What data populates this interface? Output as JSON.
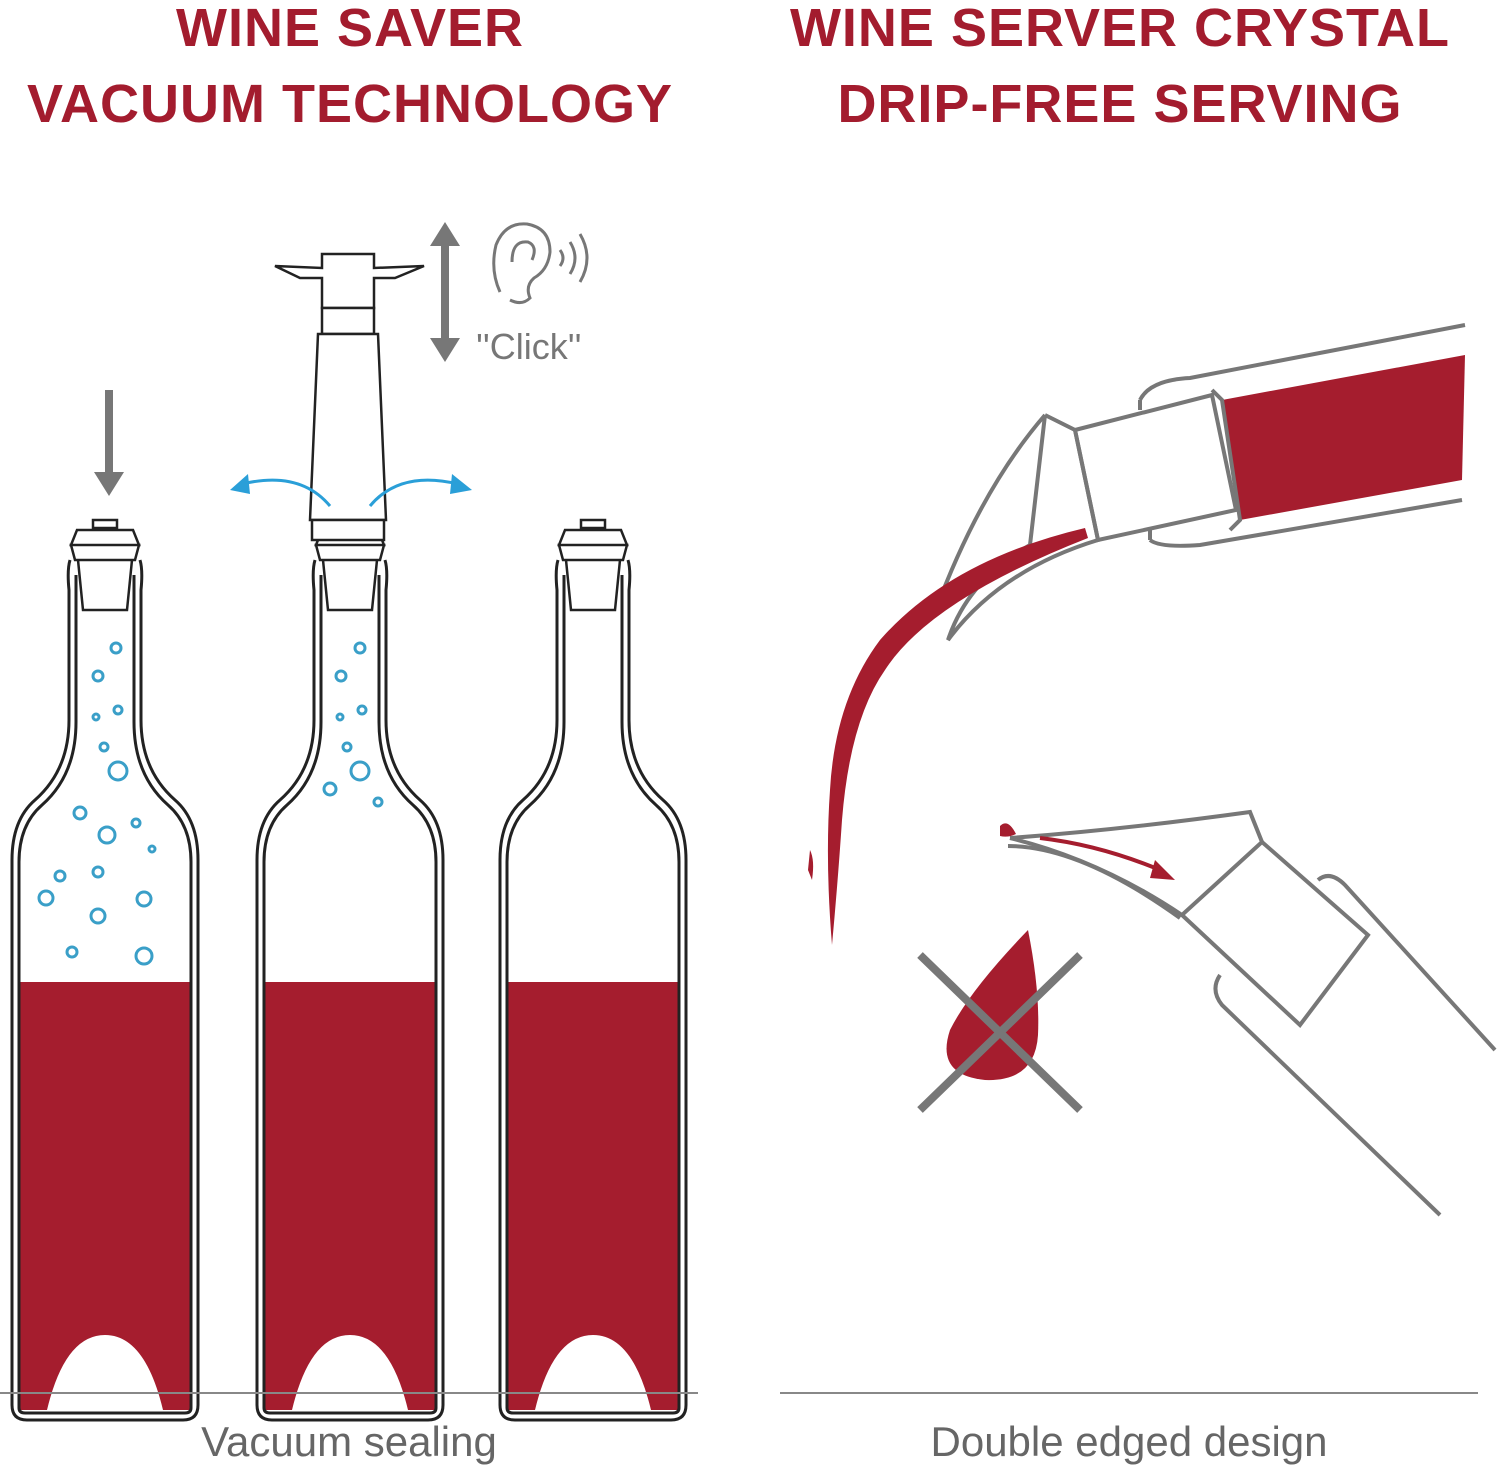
{
  "left_panel": {
    "title_line1": "WINE SAVER",
    "title_line2": "VACUUM TECHNOLOGY",
    "click_label": "''Click''",
    "caption": "Vacuum sealing"
  },
  "right_panel": {
    "title_line1": "WINE SERVER CRYSTAL",
    "title_line2": "DRIP-FREE SERVING",
    "caption": "Double edged design"
  },
  "colors": {
    "wine": "#a51d2e",
    "title": "#a31c2e",
    "line": "#777777",
    "bubble": "#3a9fc8",
    "arrow": "#2a9fd8"
  }
}
